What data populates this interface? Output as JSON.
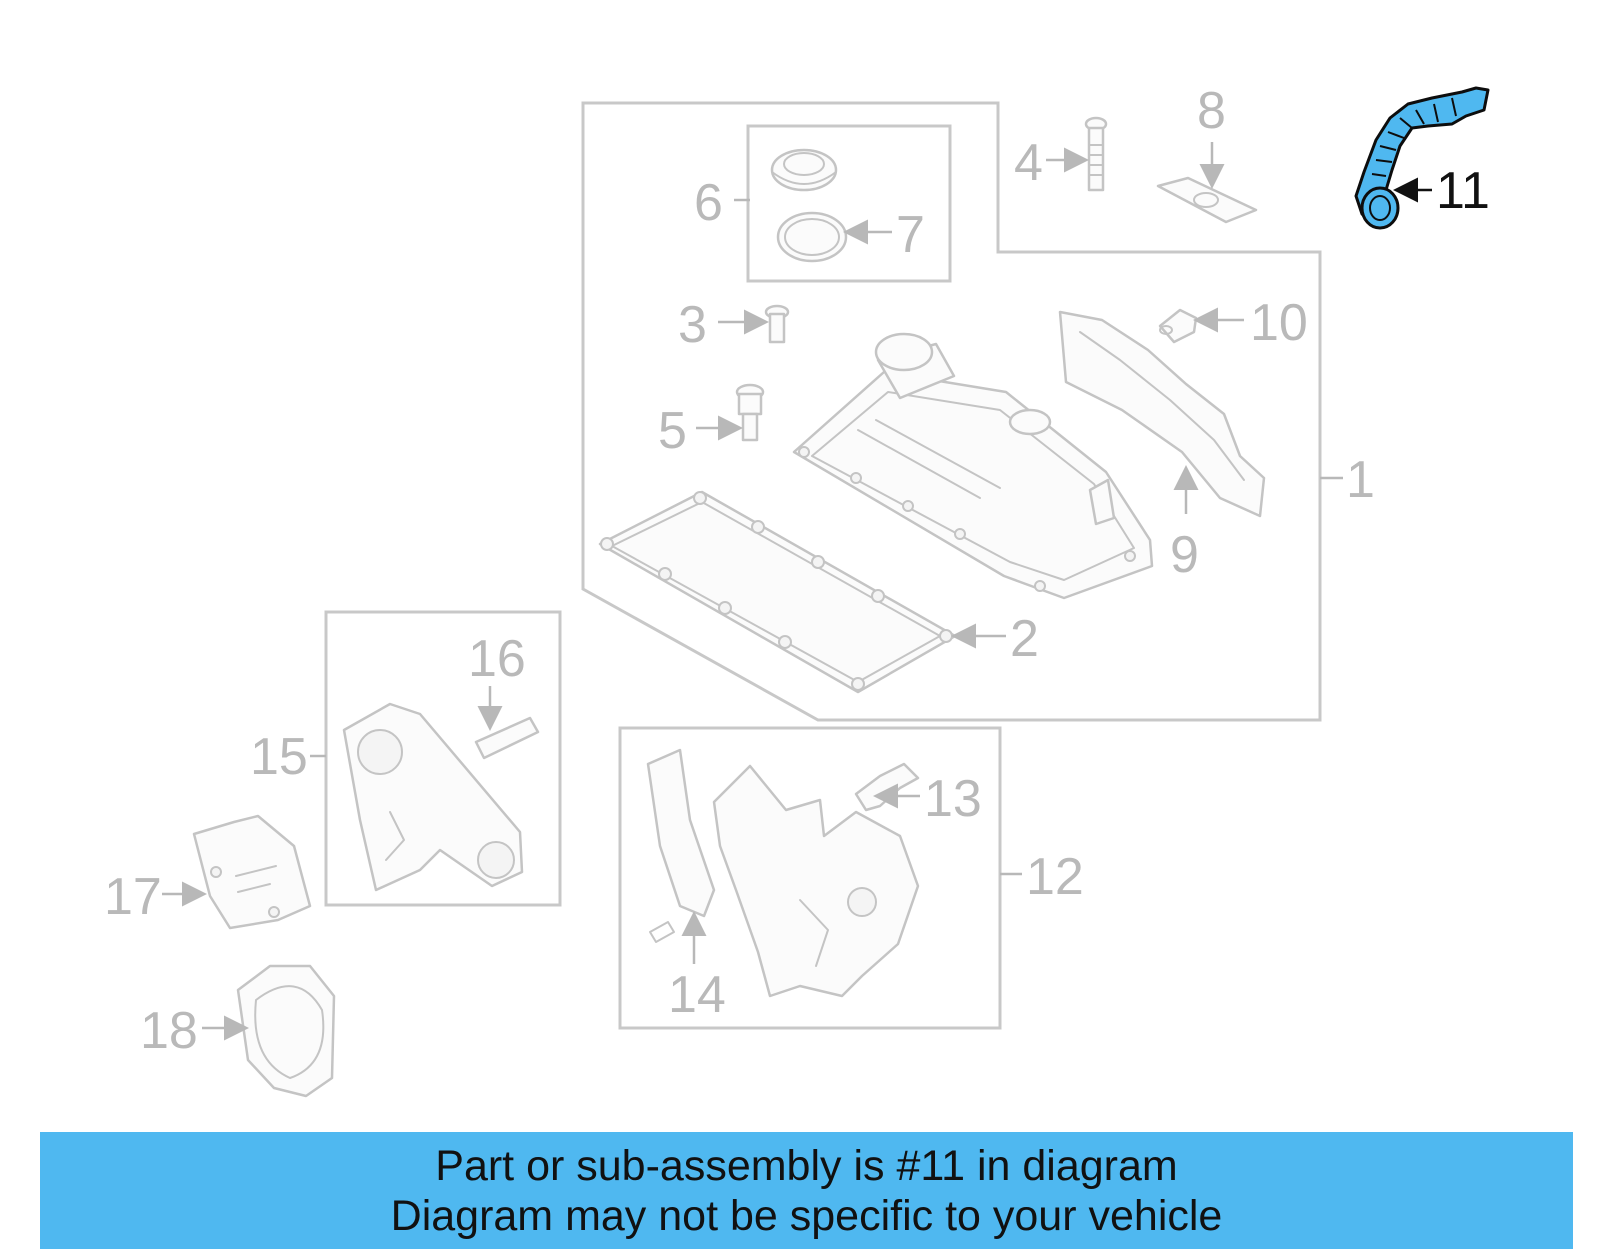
{
  "callouts": {
    "c1": "1",
    "c2": "2",
    "c3": "3",
    "c4": "4",
    "c5": "5",
    "c6": "6",
    "c7": "7",
    "c8": "8",
    "c9": "9",
    "c10": "10",
    "c11": "11",
    "c12": "12",
    "c13": "13",
    "c14": "14",
    "c15": "15",
    "c16": "16",
    "c17": "17",
    "c18": "18"
  },
  "highlighted_part": "11",
  "colors": {
    "highlight": "#4fb8f0",
    "banner": "#4fb8f0",
    "inactive_line": "#c4c4c4",
    "active_text": "#111111"
  },
  "banner": {
    "line1": "Part or sub-assembly is #11 in diagram",
    "line2": "Diagram may not be specific to your vehicle"
  }
}
